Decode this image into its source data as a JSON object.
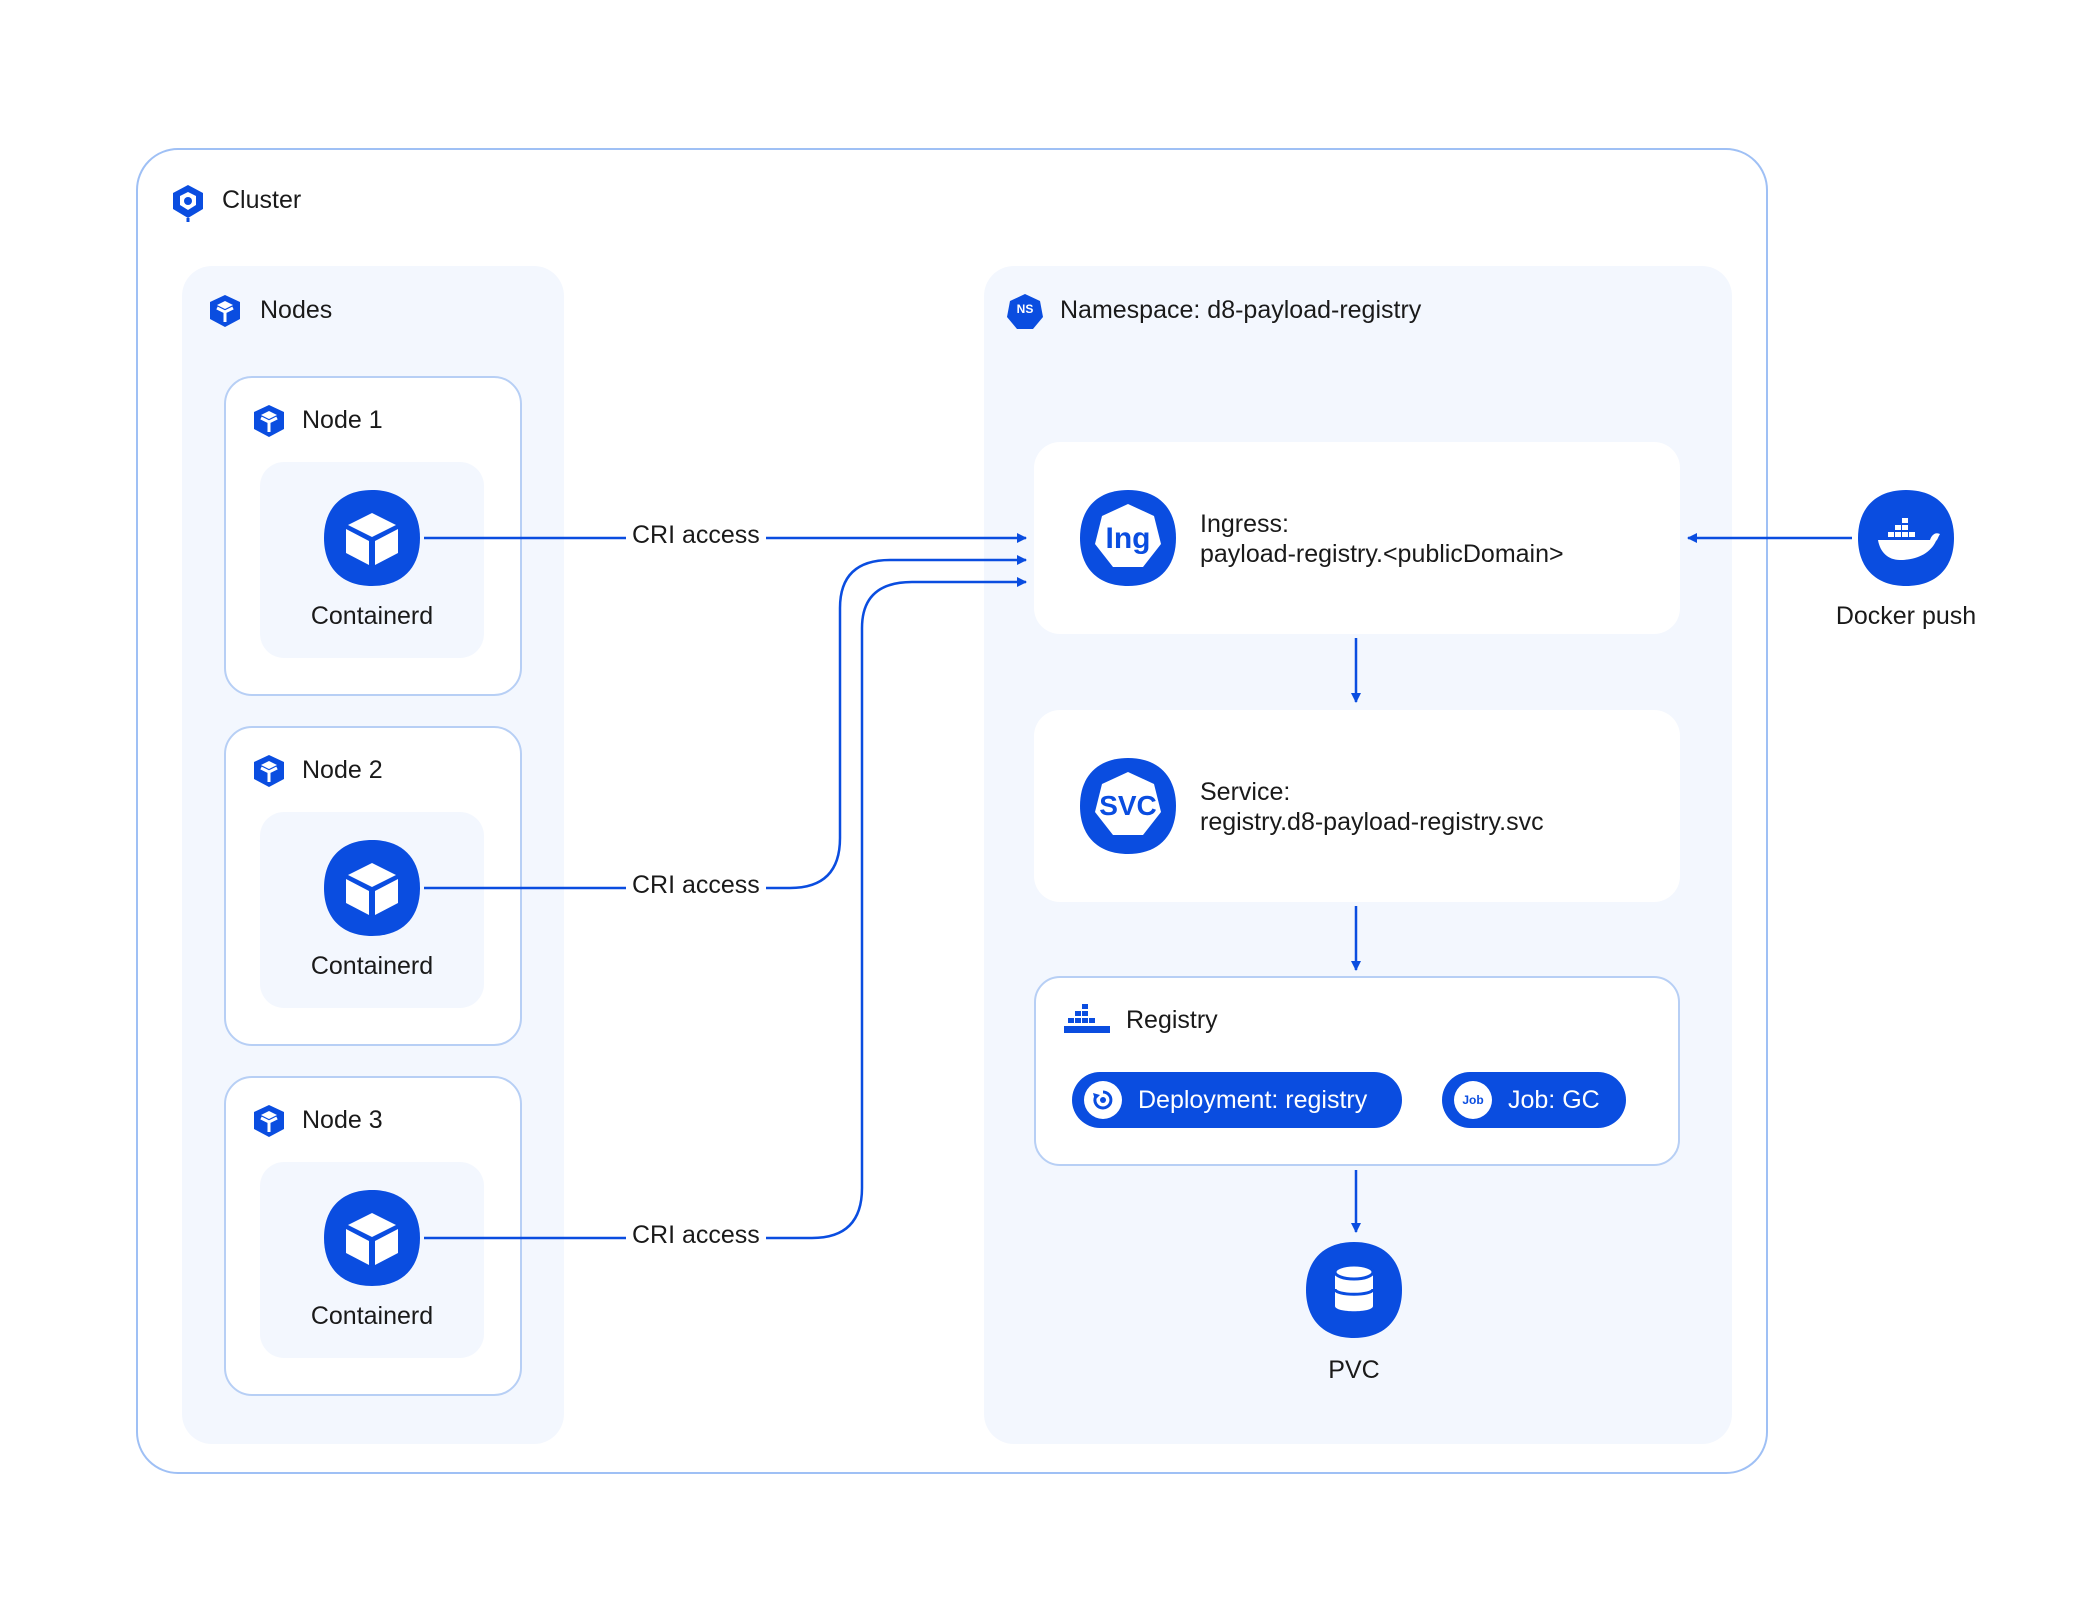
{
  "cluster": {
    "title": "Cluster"
  },
  "nodes": {
    "title": "Nodes",
    "items": [
      {
        "title": "Node 1",
        "runtime": "Containerd",
        "link": "CRI access"
      },
      {
        "title": "Node 2",
        "runtime": "Containerd",
        "link": "CRI access"
      },
      {
        "title": "Node 3",
        "runtime": "Containerd",
        "link": "CRI access"
      }
    ]
  },
  "namespace": {
    "badge": "NS",
    "title": "Namespace: d8-payload-registry",
    "ingress": {
      "icon_text": "Ing",
      "line1": "Ingress:",
      "line2": "payload-registry.<publicDomain>"
    },
    "service": {
      "icon_text": "SVC",
      "line1": "Service:",
      "line2": "registry.d8-payload-registry.svc"
    },
    "registry": {
      "title": "Registry",
      "deployment": "Deployment: registry",
      "job_badge": "Job",
      "job": "Job: GC"
    },
    "pvc": {
      "label": "PVC"
    }
  },
  "external": {
    "docker_push": "Docker push"
  },
  "colors": {
    "accent": "#0a4de0",
    "border": "#9fc0f5",
    "panel": "#f3f7fe"
  },
  "icons": [
    "cluster-icon",
    "node-cube-icon",
    "containerd-box-icon",
    "namespace-icon",
    "ingress-icon",
    "service-icon",
    "registry-whale-icon",
    "deployment-icon",
    "job-icon",
    "database-icon",
    "docker-whale-icon"
  ]
}
